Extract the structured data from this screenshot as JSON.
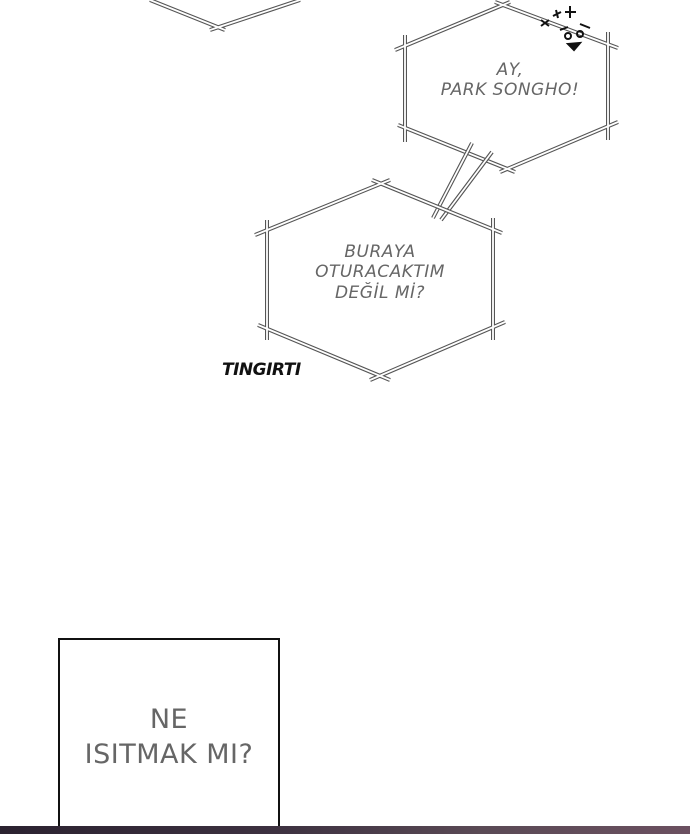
{
  "bubbles": {
    "top_right": [
      "AY,",
      "PARK SONGHO!"
    ],
    "middle": [
      "BURAYA",
      "OTURACAKTIM",
      "DEĞİL Mİ?"
    ],
    "box": [
      "NE",
      "ISITMAK MI?"
    ]
  },
  "sfx": "TINGIRTI"
}
